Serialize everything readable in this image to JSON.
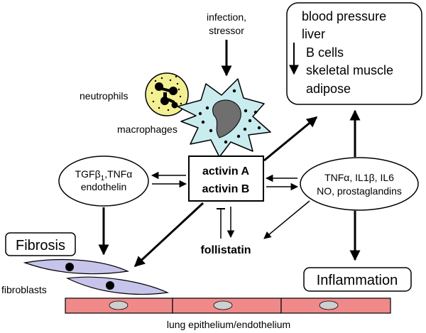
{
  "top_input": [
    "infection,",
    "stressor"
  ],
  "effects_box": [
    "blood pressure",
    "liver",
    "B cells",
    "skeletal muscle",
    "adipose"
  ],
  "cells": {
    "neutrophils": "neutrophils",
    "macrophages": "macrophages",
    "fibroblasts": "fibroblasts"
  },
  "center_box": [
    "activin A",
    "activin B"
  ],
  "left_ellipse": {
    "line1_main": "TGFβ",
    "line1_sub": "1",
    "line1_rest": ",TNFα",
    "line2": "endothelin"
  },
  "right_ellipse": [
    "TNFα, IL1β, IL6",
    "NO, prostaglandins"
  ],
  "follistatin": "follistatin",
  "fibrosis": "Fibrosis",
  "inflammation": "Inflammation",
  "bottom_label": "lung epithelium/endothelium",
  "colors": {
    "macrophage_fill": "#c9ecef",
    "macrophage_nucleus": "#6f6f6f",
    "neutrophil_fill": "#f3f093",
    "fibroblast_fill": "#c7c4ec",
    "epithelium_fill": "#f08a8a",
    "epithelium_nucleus": "#cfcfcf"
  }
}
